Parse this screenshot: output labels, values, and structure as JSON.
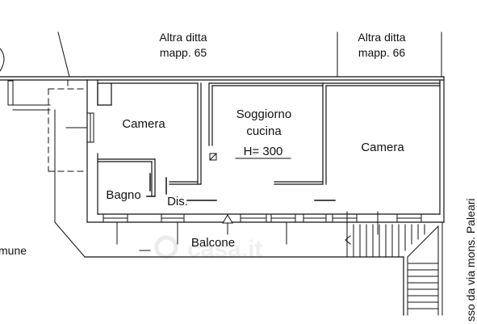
{
  "rooms": {
    "camera_left": "Camera",
    "soggiorno_line1": "Soggiorno",
    "soggiorno_line2": "cucina",
    "height": "H= 300",
    "camera_right": "Camera",
    "bagno": "Bagno",
    "disimpegno": "Dis.",
    "balcone": "Balcone"
  },
  "neighbors": {
    "left_line1": "Altra ditta",
    "left_line2": "mapp. 65",
    "right_line1": "Altra ditta",
    "right_line2": "mapp. 66"
  },
  "edge_labels": {
    "left": "mune",
    "right": "sso da via mons. Paleari"
  },
  "colors": {
    "ink": "#111111",
    "watermark": "#e2e2e2"
  }
}
